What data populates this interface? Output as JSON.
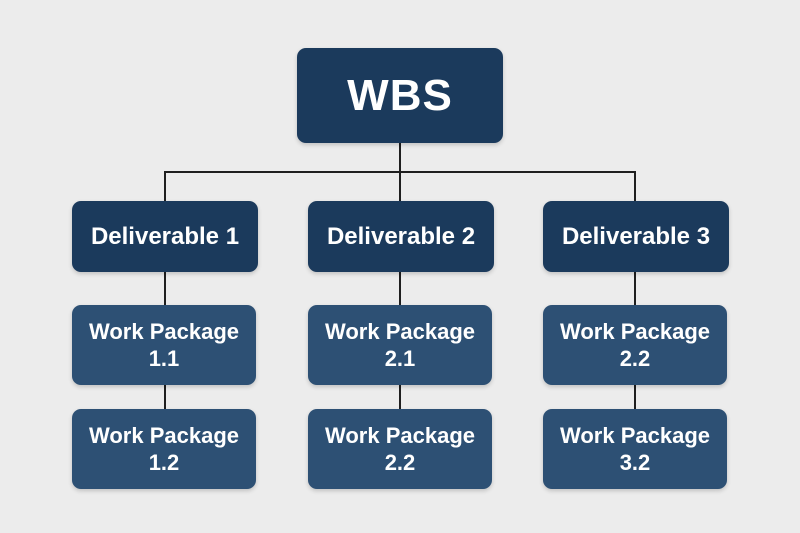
{
  "colors": {
    "background": "#ececec",
    "root_fill": "#1b3a5c",
    "deliverable_fill": "#1b3a5c",
    "work_package_fill": "#2d5074",
    "text": "#ffffff",
    "connector": "#1f1f1f"
  },
  "root": {
    "label": "WBS"
  },
  "branches": [
    {
      "label": "Deliverable 1",
      "work_packages": [
        {
          "label": "Work Package\n1.1"
        },
        {
          "label": "Work Package\n1.2"
        }
      ]
    },
    {
      "label": "Deliverable 2",
      "work_packages": [
        {
          "label": "Work Package\n2.1"
        },
        {
          "label": "Work Package\n2.2"
        }
      ]
    },
    {
      "label": "Deliverable 3",
      "work_packages": [
        {
          "label": "Work Package\n2.2"
        },
        {
          "label": "Work Package\n3.2"
        }
      ]
    }
  ]
}
